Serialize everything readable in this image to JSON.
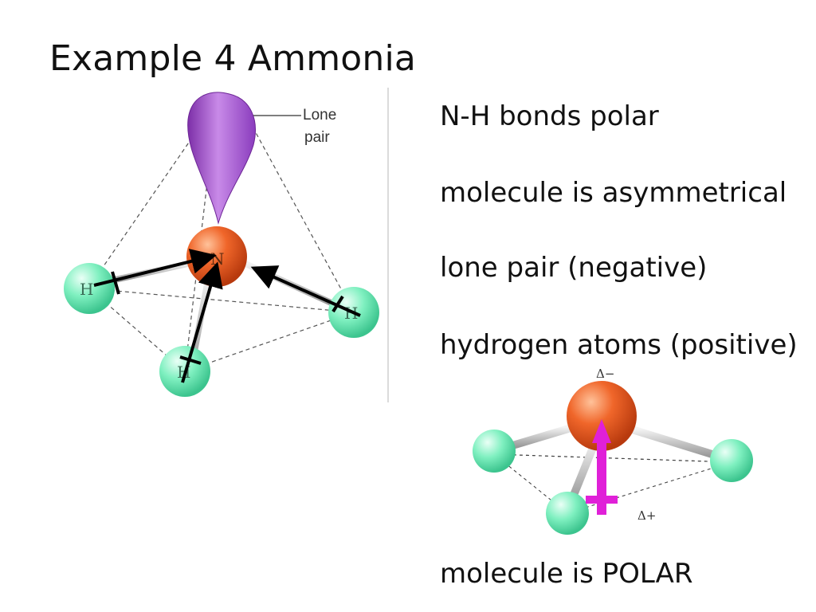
{
  "slide": {
    "title": "Example 4 Ammonia",
    "statements": [
      "N-H bonds polar",
      "molecule is asymmetrical",
      "lone pair (negative)",
      "hydrogen atoms (positive)",
      "molecule is POLAR"
    ]
  },
  "diagram_main": {
    "lone_pair_label_line1": "Lone",
    "lone_pair_label_line2": "pair",
    "center_atom": "N",
    "outer_atoms": [
      "H",
      "H",
      "H"
    ],
    "colors": {
      "nitrogen": "#f0662a",
      "hydrogen": "#7ff0c0",
      "lone_pair": "#9b4fc4",
      "dipole_arrow": "#000000"
    }
  },
  "diagram_small": {
    "label_negative": "Δ−",
    "label_positive": "Δ+",
    "colors": {
      "net_dipole": "#e020d8"
    }
  }
}
